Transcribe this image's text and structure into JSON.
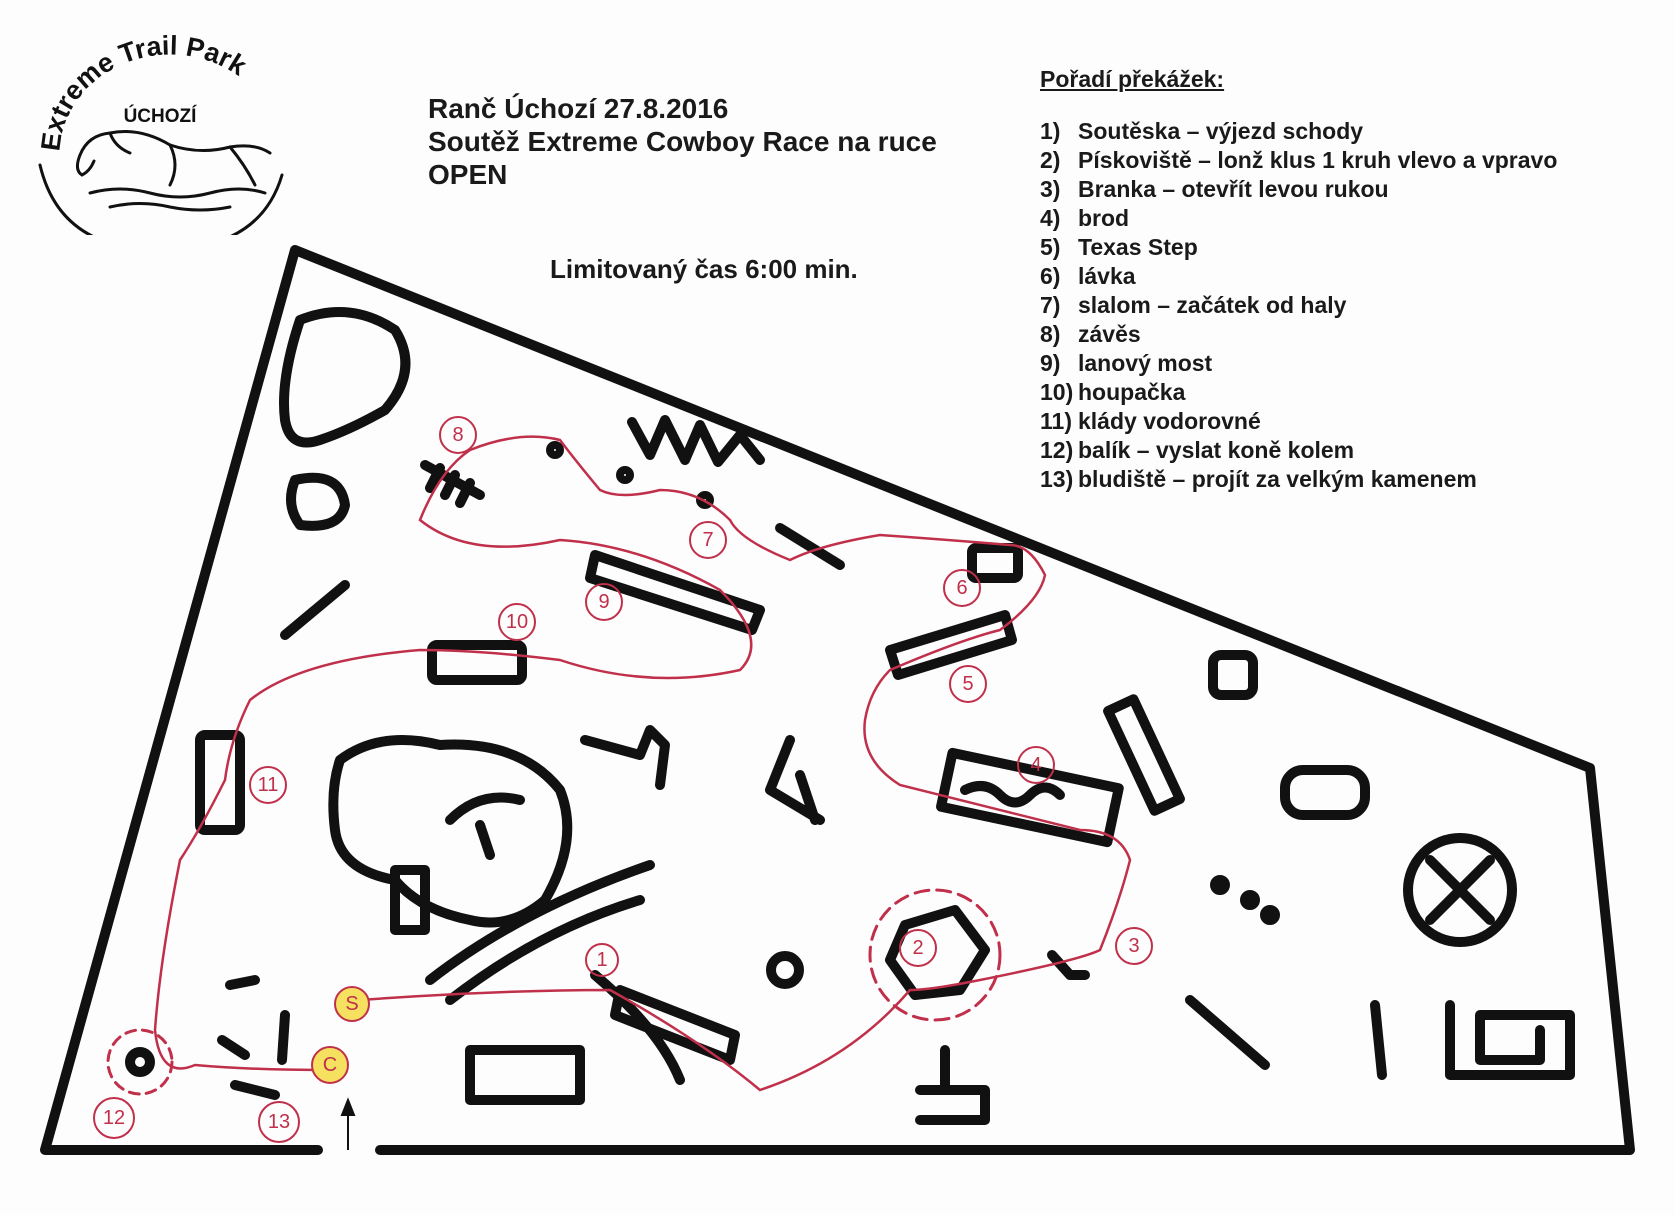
{
  "logo": {
    "arc_text": "Extreme Trail Park",
    "subtitle": "ÚCHOZÍ",
    "icon": "horse-icon"
  },
  "header": {
    "line1": "Ranč Úchozí  27.8.2016",
    "line2": "Soutěž Extreme Cowboy Race na ruce",
    "line3": "OPEN"
  },
  "time_limit": "Limitovaný čas 6:00 min.",
  "legend": {
    "title": "Pořadí překážek:",
    "items": [
      {
        "num": "1)",
        "text": "Soutěska – výjezd schody"
      },
      {
        "num": "2)",
        "text": "Pískoviště – lonž klus 1 kruh vlevo a vpravo"
      },
      {
        "num": "3)",
        "text": "Branka – otevřít levou rukou"
      },
      {
        "num": "4)",
        "text": "brod"
      },
      {
        "num": "5)",
        "text": "Texas Step"
      },
      {
        "num": "6)",
        "text": "lávka"
      },
      {
        "num": "7)",
        "text": "slalom – začátek od haly"
      },
      {
        "num": "8)",
        "text": "závěs"
      },
      {
        "num": "9)",
        "text": "lanový most"
      },
      {
        "num": "10)",
        "text": "houpačka"
      },
      {
        "num": "11)",
        "text": "klády vodorovné"
      },
      {
        "num": "12)",
        "text": "balík – vyslat koně kolem"
      },
      {
        "num": "13)",
        "text": "bludiště – projít za velkým kamenem"
      }
    ]
  },
  "map": {
    "start_label": "S",
    "finish_label": "C",
    "route_color": "#c0304a",
    "highlight_color": "#f5e060",
    "ink_color": "#111111",
    "markers": [
      "1",
      "2",
      "3",
      "4",
      "5",
      "6",
      "7",
      "8",
      "9",
      "10",
      "11",
      "12",
      "13"
    ]
  }
}
